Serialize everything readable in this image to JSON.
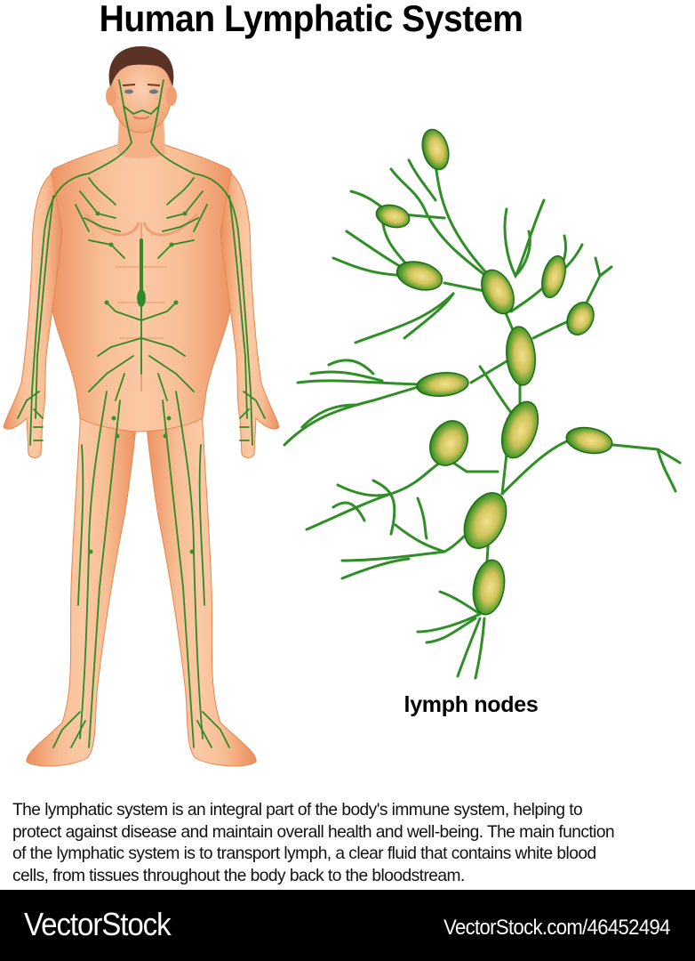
{
  "header": {
    "title": "Human Lymphatic System"
  },
  "illustration": {
    "body_figure": {
      "subject": "human-male-front-view",
      "overlay": "lymphatic-vessels",
      "colors": {
        "skin": "#f7b98f",
        "skin_shadow": "#e98a5a",
        "hair": "#5a3326",
        "vessel": "#2f8a2a"
      }
    },
    "nodes_cluster": {
      "label": "lymph nodes",
      "node_count": 13,
      "colors": {
        "vessel": "#2f8f26",
        "node_outer": "#1f6e16",
        "node_inner": "#e8d778"
      }
    }
  },
  "description": {
    "lines": [
      "The lymphatic system is an integral part of the body's immune system, helping to",
      "protect against disease and maintain overall health and well-being. The main function",
      "of the lymphatic system is to transport lymph, a clear fluid that contains white blood",
      "cells, from tissues throughout the body back to the bloodstream."
    ]
  },
  "footer": {
    "brand": "VectorStock",
    "link": "VectorStock.com/46452494",
    "background": "#000000"
  }
}
